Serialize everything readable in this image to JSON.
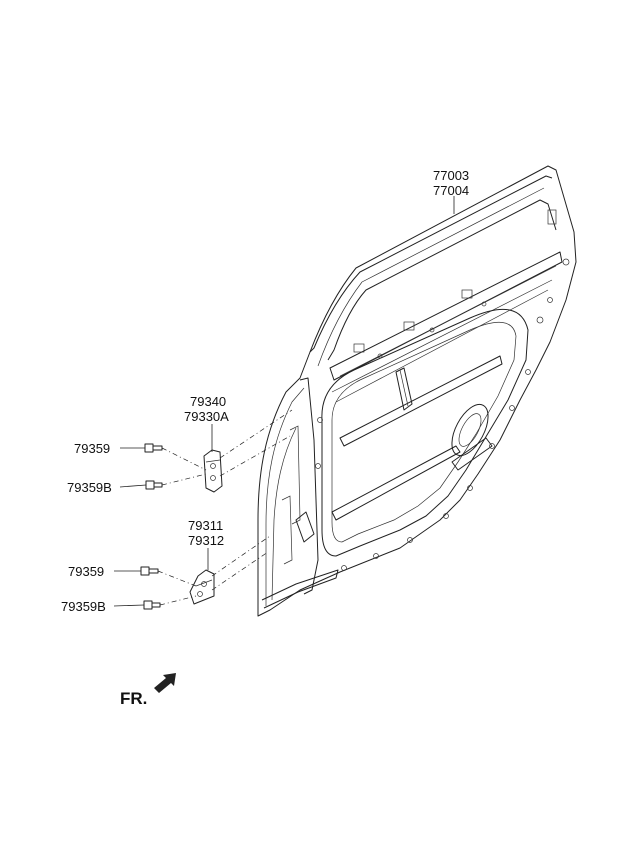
{
  "labels": {
    "weatherstrip_a": "77003",
    "weatherstrip_b": "77004",
    "upper_hinge_a": "79340",
    "upper_hinge_b": "79330A",
    "lower_hinge_a": "79311",
    "lower_hinge_b": "79312",
    "upper_bolt": "79359",
    "upper_bolt_b": "79359B",
    "lower_bolt": "79359",
    "lower_bolt_b": "79359B"
  },
  "direction_indicator": {
    "text": "FR.",
    "icon": "front-arrow-icon"
  }
}
